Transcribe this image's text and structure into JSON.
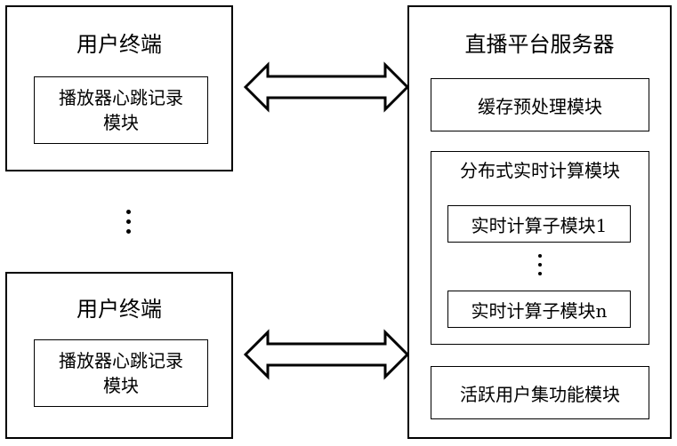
{
  "user_terminals": [
    {
      "title": "用户终端",
      "module_line1": "播放器心跳记录",
      "module_line2": "模块"
    },
    {
      "title": "用户终端",
      "module_line1": "播放器心跳记录",
      "module_line2": "模块"
    }
  ],
  "server": {
    "title": "直播平台服务器",
    "cache_module": "缓存预处理模块",
    "distributed": {
      "title": "分布式实时计算模块",
      "sub_first": "实时计算子模块1",
      "sub_last": "实时计算子模块n"
    },
    "active_users_module": "活跃用户集功能模块"
  }
}
